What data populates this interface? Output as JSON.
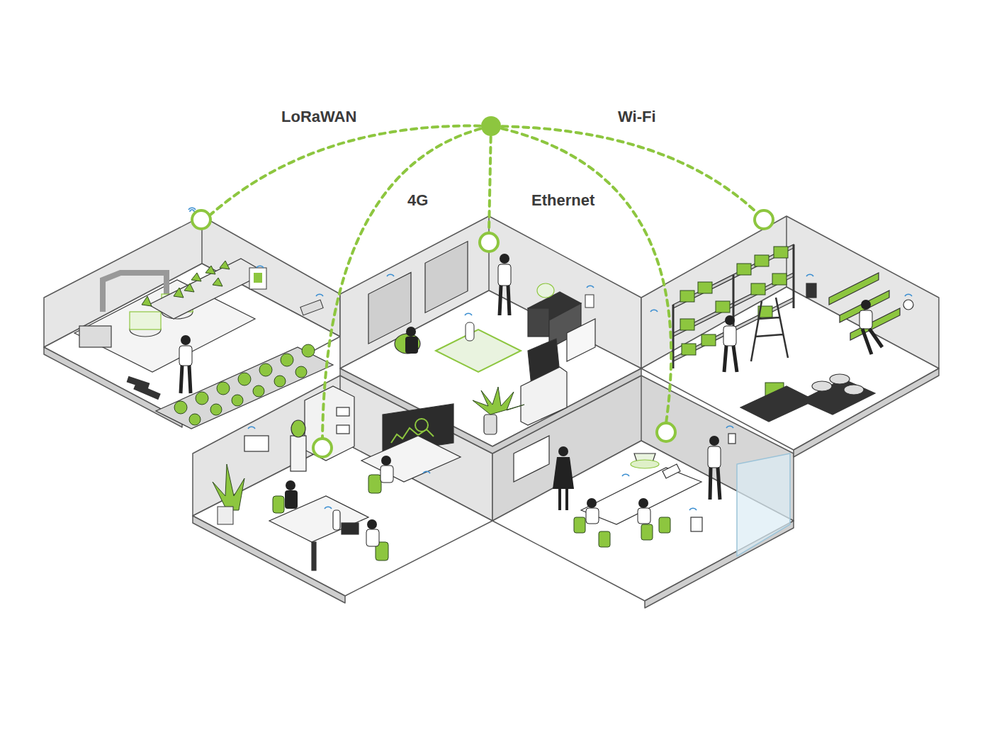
{
  "diagram": {
    "labels": [
      "LoRaWAN",
      "4G",
      "Ethernet",
      "Wi-Fi"
    ]
  }
}
